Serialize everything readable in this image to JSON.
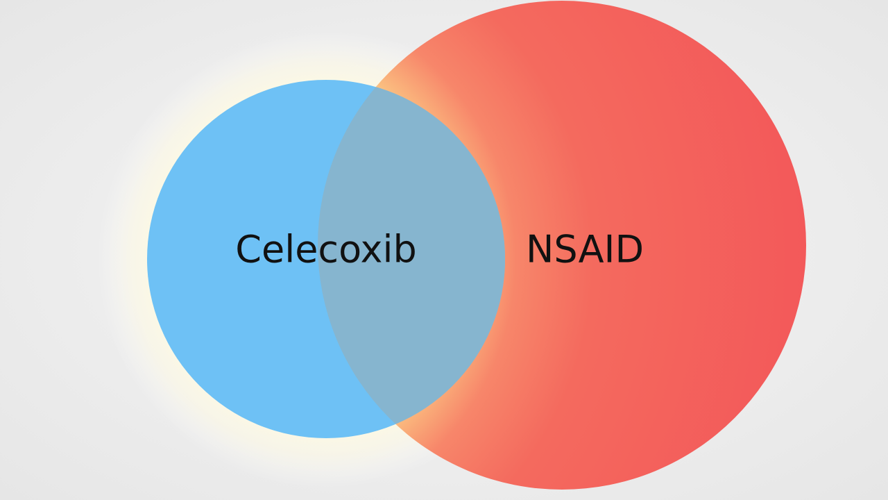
{
  "diagram": {
    "type": "venn",
    "sets": [
      {
        "label": "Celecoxib",
        "color": "#6ec1f5"
      },
      {
        "label": "NSAID",
        "color": "#f45b57"
      }
    ],
    "colors": {
      "glow": "#fffbe0",
      "background": "#ececec",
      "overlap": "#8ab9d0"
    }
  }
}
